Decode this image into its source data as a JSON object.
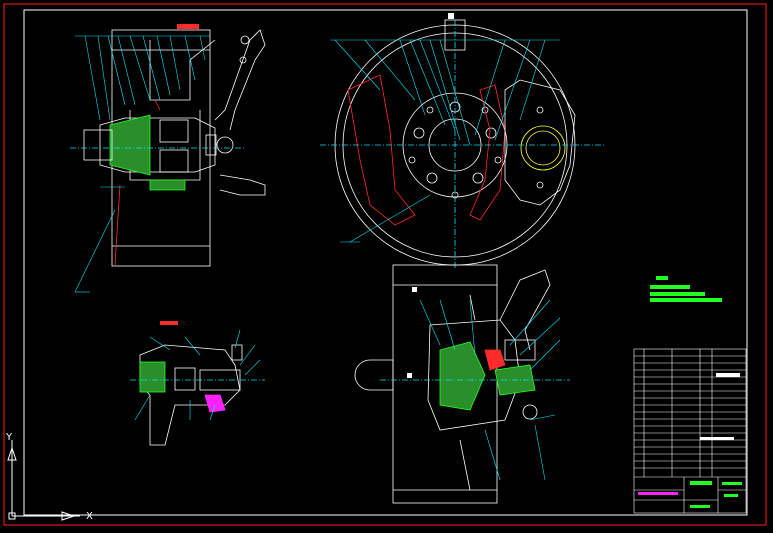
{
  "app": {
    "title": ""
  },
  "ucs": {
    "x_label": "X",
    "y_label": "Y"
  },
  "colors": {
    "background": "#000000",
    "frame": "#ff2020",
    "line": "#ffffff",
    "cyan": "#00e5ff",
    "green": "#22ff22",
    "yellow": "#ffff33",
    "red": "#ff2a2a",
    "magenta": "#ff22ff"
  },
  "views": [
    {
      "id": "hub-section",
      "type": "section-view"
    },
    {
      "id": "brake-disc-front",
      "type": "front-view"
    },
    {
      "id": "bearing-detail",
      "type": "detail-view"
    },
    {
      "id": "hub-assembly-side",
      "type": "section-view"
    }
  ],
  "title_block": {
    "rows": 17,
    "columns": 5
  }
}
